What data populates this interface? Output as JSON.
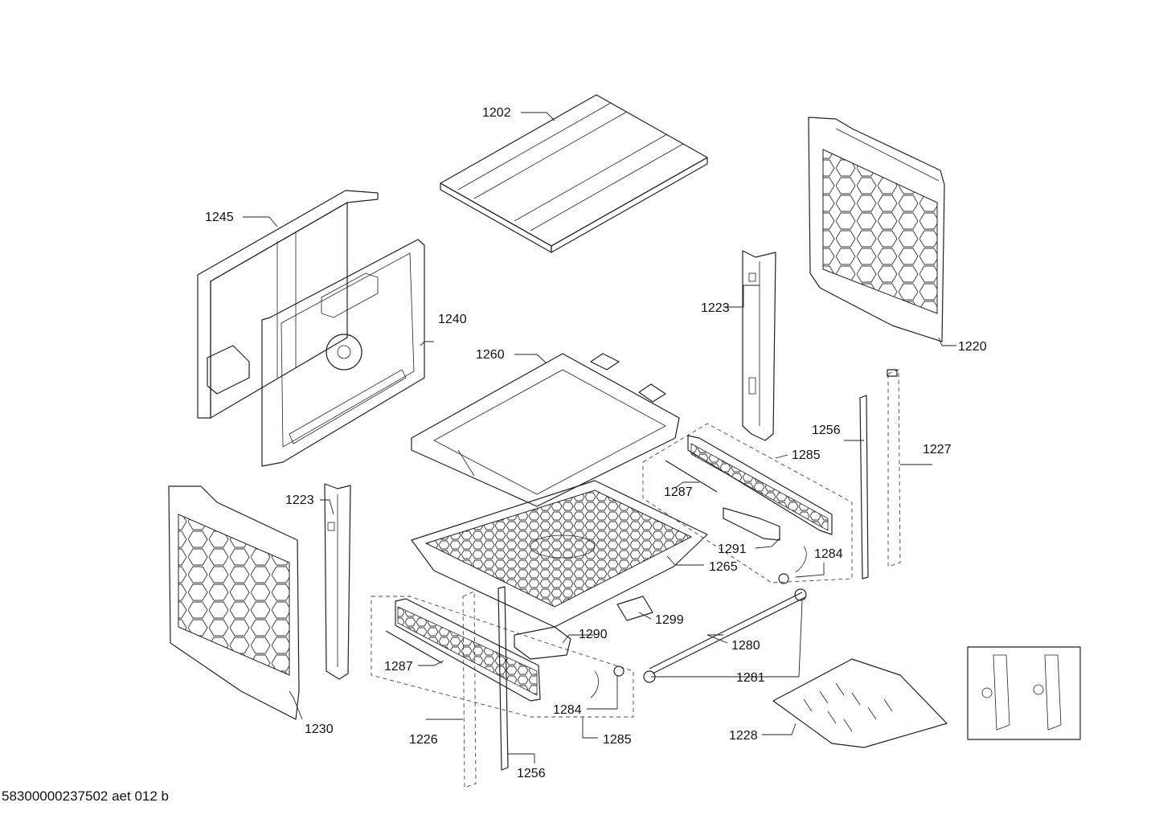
{
  "document_id": "58300000237502 aet 012 b",
  "callouts": {
    "c1202": "1202",
    "c1245": "1245",
    "c1240": "1240",
    "c1223_right": "1223",
    "c1220": "1220",
    "c1260": "1260",
    "c1256_right": "1256",
    "c1227": "1227",
    "c1285_right": "1285",
    "c1287_right": "1287",
    "c1223_left": "1223",
    "c1291": "1291",
    "c1284_right": "1284",
    "c1265": "1265",
    "c1299": "1299",
    "c1290": "1290",
    "c1280": "1280",
    "c1287_left": "1287",
    "c1281": "1281",
    "c1284_left": "1284",
    "c1230": "1230",
    "c1228": "1228",
    "c1226": "1226",
    "c1285_left": "1285",
    "c1256_left": "1256"
  }
}
